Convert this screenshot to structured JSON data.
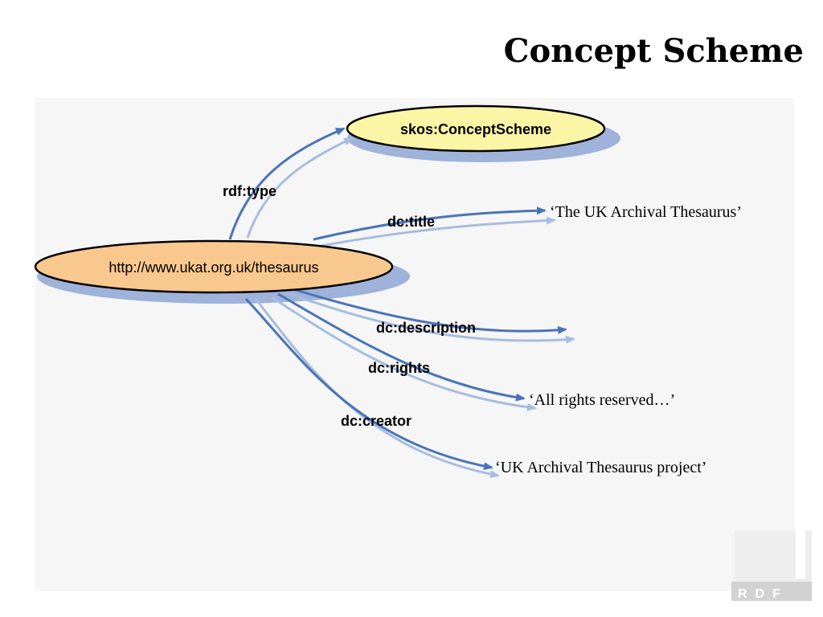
{
  "slide": {
    "title": "Concept Scheme"
  },
  "diagram": {
    "nodes": {
      "subject": "http://www.ukat.org.uk/thesaurus",
      "type": "skos:ConceptScheme"
    },
    "edges": {
      "type": "rdf:type",
      "title": "dc:title",
      "description": "dc:description",
      "rights": "dc:rights",
      "creator": "dc:creator"
    },
    "literals": {
      "title": "‘The UK Archival Thesaurus’",
      "rights": "‘All rights reserved…’",
      "creator": "‘UK Archival Thesaurus project’"
    },
    "colors": {
      "subject_fill": "#f9c88f",
      "type_fill": "#fbf6a5",
      "edge_dark": "#4a74b8",
      "edge_light": "#a7bde0",
      "shadow": "#9fb2d9"
    }
  },
  "logo": {
    "text": "RDF"
  }
}
